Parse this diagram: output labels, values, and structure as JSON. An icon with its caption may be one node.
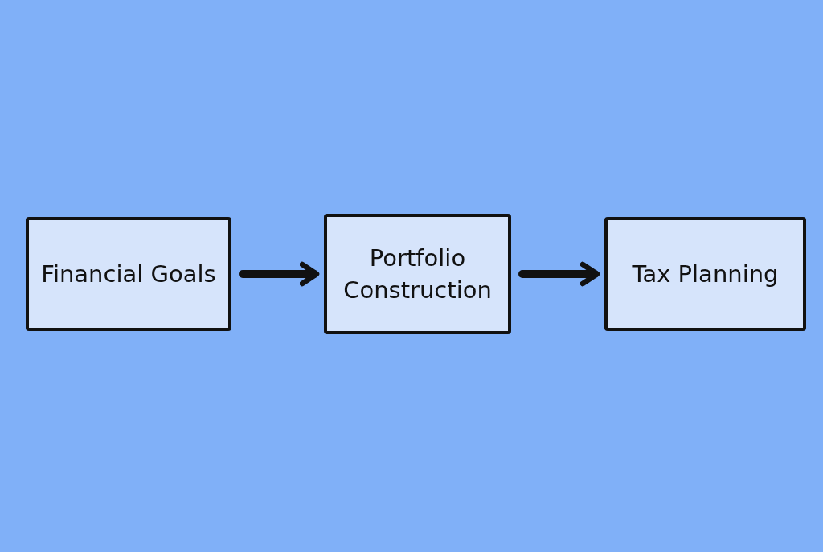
{
  "diagram": {
    "nodes": [
      {
        "text": [
          "Financial Goals"
        ]
      },
      {
        "text": [
          "Portfolio Construction"
        ]
      },
      {
        "text": [
          "Tax Planning"
        ]
      }
    ],
    "edges": [
      {
        "from": 0,
        "to": 1,
        "arrow": "to"
      },
      {
        "from": 1,
        "to": 2,
        "arrow": "to"
      }
    ]
  }
}
